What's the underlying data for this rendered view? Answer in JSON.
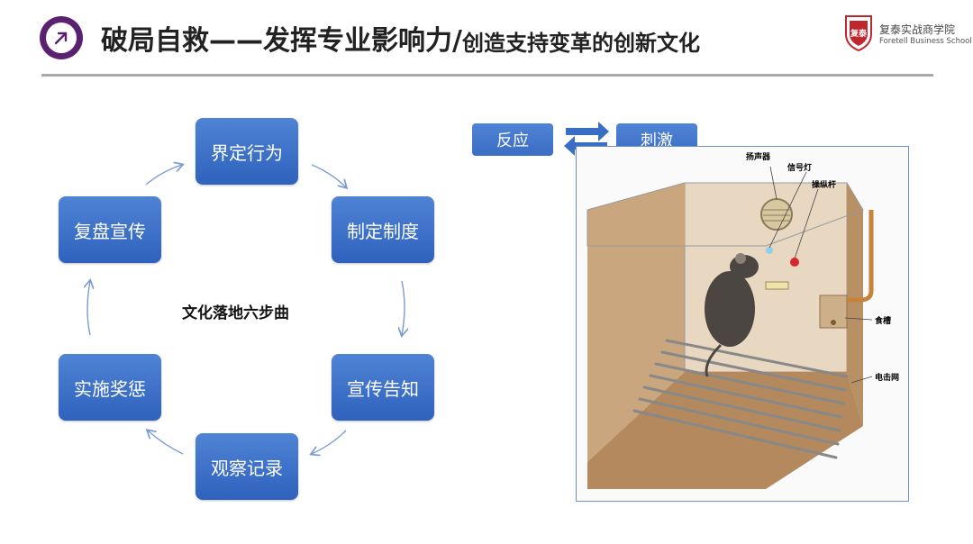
{
  "header": {
    "title_main": "破局自救——发挥专业影响力/",
    "title_sub": "创造支持变革的创新文化",
    "school_name_cn": "复泰实战商学院",
    "school_name_en": "Foretell Business School",
    "school_seal_text": "复泰"
  },
  "cycle": {
    "center_label": "文化落地六步曲",
    "steps": [
      {
        "label": "界定行为"
      },
      {
        "label": "制定制度"
      },
      {
        "label": "宣传告知"
      },
      {
        "label": "观察记录"
      },
      {
        "label": "实施奖惩"
      },
      {
        "label": "复盘宣传"
      }
    ]
  },
  "experiment": {
    "response_label": "反应",
    "stimulus_label": "刺激",
    "annotations": {
      "speaker": "扬声器",
      "signal_light": "信号灯",
      "lever": "操纵杆",
      "food_tray": "食槽",
      "electric_grid": "电击网"
    }
  },
  "colors": {
    "box_blue": "#3a6dc4",
    "logo_purple": "#5a2170",
    "rule_gray": "#a9a9a9",
    "brand_red": "#c0272d"
  },
  "icons": {
    "logo": "arrow-up-right-icon",
    "exchange": "exchange-arrows-icon"
  }
}
